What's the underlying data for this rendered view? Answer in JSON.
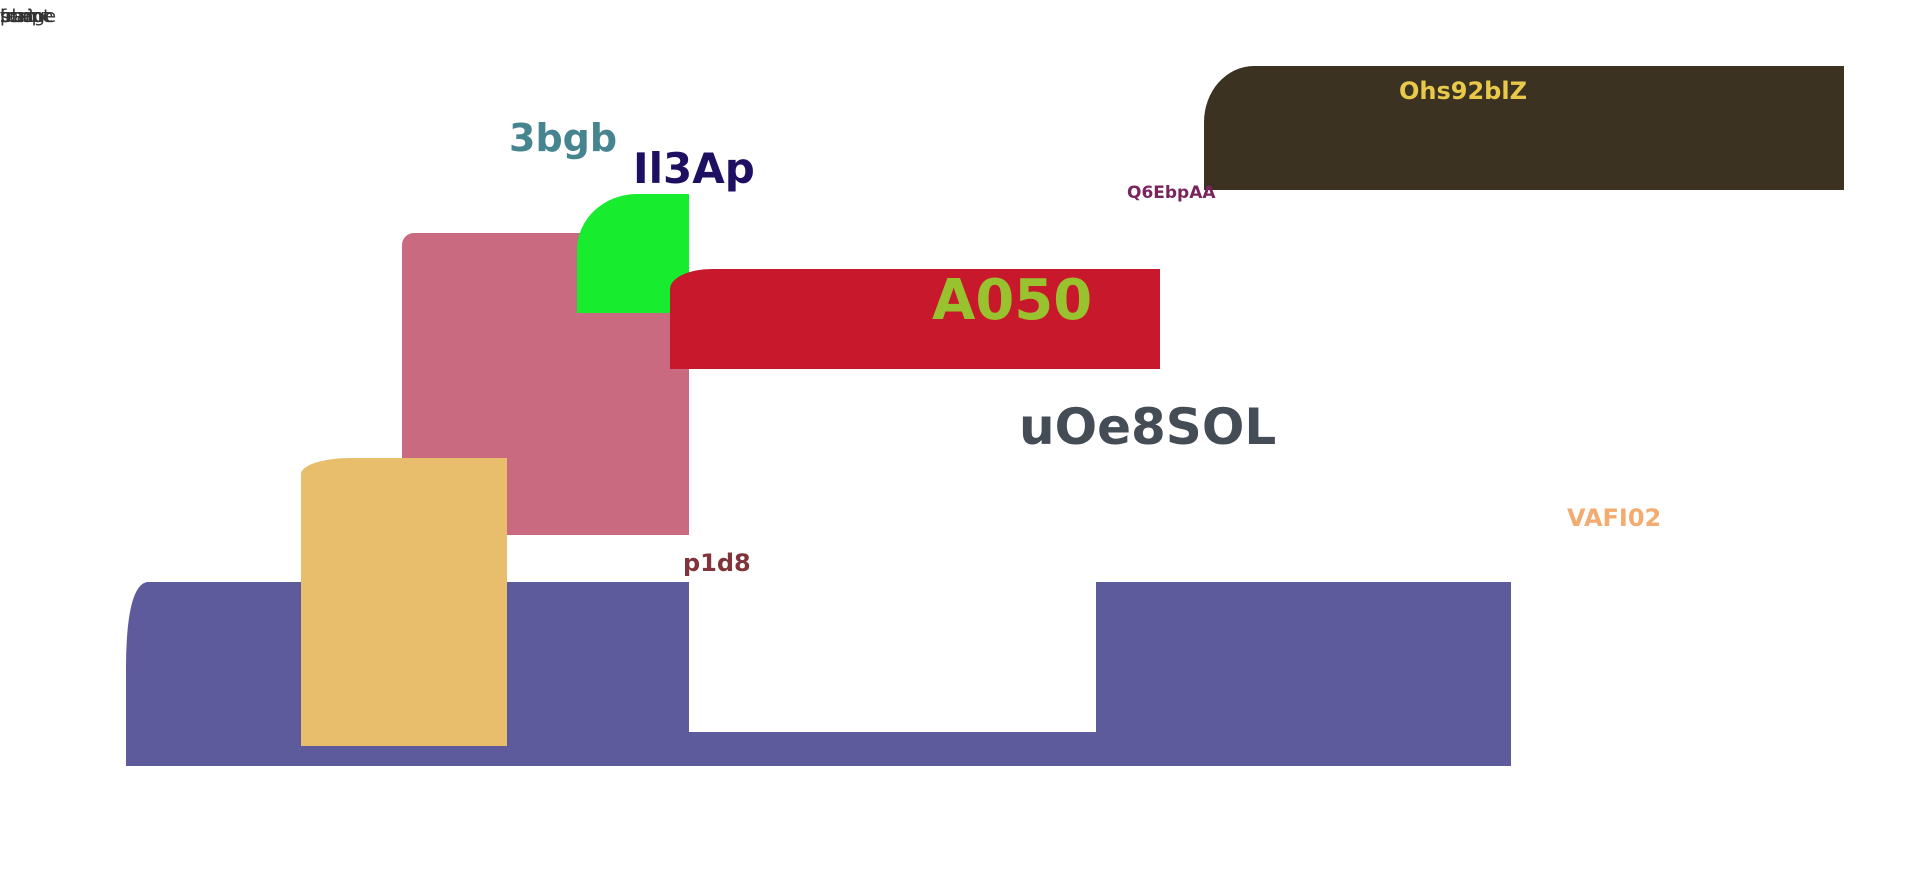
{
  "corner_labels": [
    "plain",
    "text",
    "image",
    "frame",
    "script"
  ],
  "labels": {
    "l1": "3bgb",
    "l2": "Il3Ap",
    "l3": "Q6EbpAA",
    "l4": "Ohs92blZ",
    "l5": "A050",
    "l6": "uOe8SOL",
    "l7": "VAFI02",
    "l8": "p1d8"
  },
  "colors": {
    "dark_bar": "#3b3221",
    "pink_block": "#c96a80",
    "green_block": "#18ec2e",
    "red_bar": "#c8192c",
    "yellow_block": "#e8be6c",
    "purple_base": "#5e5b9c",
    "l1": "#46848f",
    "l2": "#1f0f62",
    "l3": "#7a245e",
    "l4": "#e9c94a",
    "l5": "#99c22f",
    "l6": "#444c55",
    "l7": "#f3ab70",
    "l8": "#81353a"
  }
}
